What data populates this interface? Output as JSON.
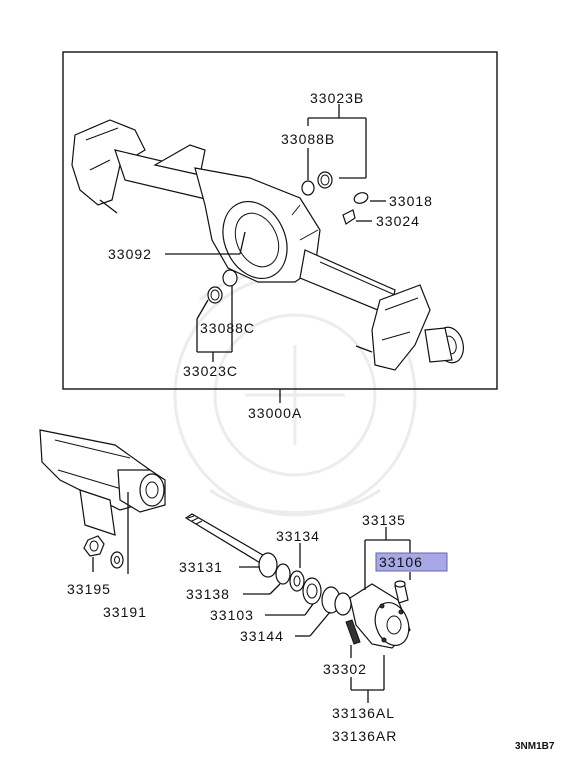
{
  "upper_panel": {
    "labels": {
      "p33023b": "33023B",
      "p33088b": "33088B",
      "p33018": "33018",
      "p33024": "33024",
      "p33092": "33092",
      "p33088c": "33088C",
      "p33023c": "33023C"
    },
    "assembly_label": "33000A"
  },
  "lower_panel": {
    "labels": {
      "p33135": "33135",
      "p33106": "33106",
      "p33134": "33134",
      "p33131": "33131",
      "p33138": "33138",
      "p33103": "33103",
      "p33144": "33144",
      "p33195": "33195",
      "p33191": "33191",
      "p33302": "33302",
      "p33136al": "33136AL",
      "p33136ar": "33136AR"
    },
    "highlight_color": "#a8a8e6"
  },
  "diagram_code": "3NM1B7"
}
